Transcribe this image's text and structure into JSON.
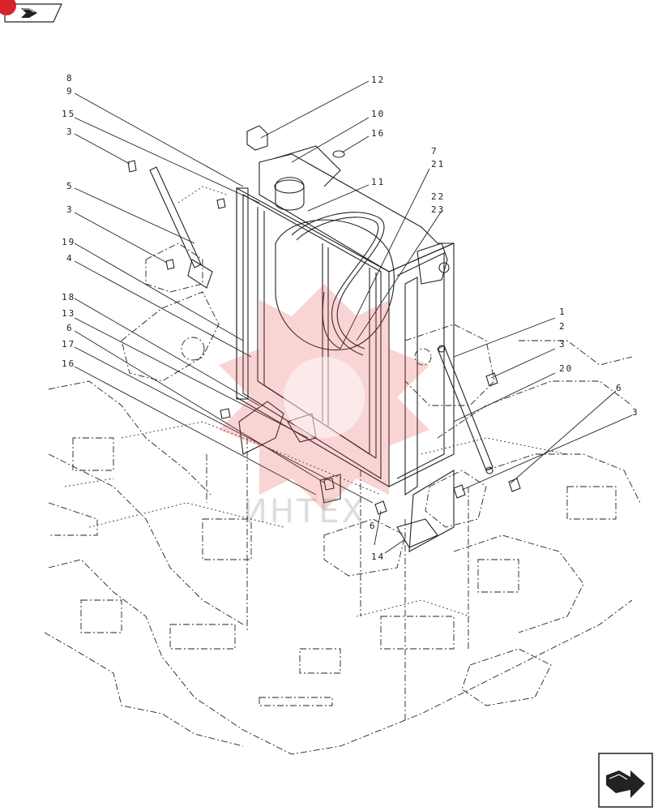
{
  "colors": {
    "line": "#222222",
    "watermark": "#e03a3a",
    "badge": "#d8232a"
  },
  "icons": {
    "nav_prev": "previous-arrow-icon",
    "nav_next": "next-arrow-icon"
  },
  "watermark": {
    "text": "ИНТЕХ"
  },
  "callouts": [
    "8",
    "9",
    "15",
    "3",
    "5",
    "3",
    "19",
    "4",
    "18",
    "13",
    "6",
    "17",
    "16",
    "12",
    "10",
    "16",
    "11",
    "7",
    "21",
    "22",
    "23",
    "1",
    "2",
    "3",
    "20",
    "6",
    "3",
    "6",
    "14"
  ]
}
